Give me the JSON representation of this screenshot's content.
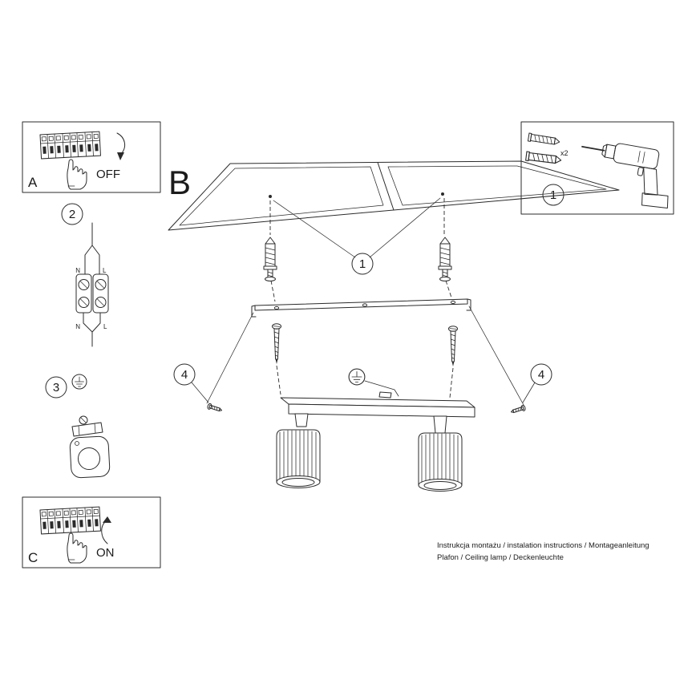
{
  "steps": {
    "a": "A",
    "b": "B",
    "c": "C",
    "off": "OFF",
    "on": "ON",
    "n1": "1",
    "n2": "2",
    "n3": "3",
    "n4": "4",
    "x2": "x2"
  },
  "wiring": {
    "n": "N",
    "l": "L"
  },
  "footer": {
    "line1": "Instrukcja montażu / instalation instructions / Montageanleitung",
    "line2": "Plafon / Ceiling lamp / Deckenleuchte"
  },
  "colors": {
    "line": "#2b2b2b",
    "background": "#ffffff"
  }
}
